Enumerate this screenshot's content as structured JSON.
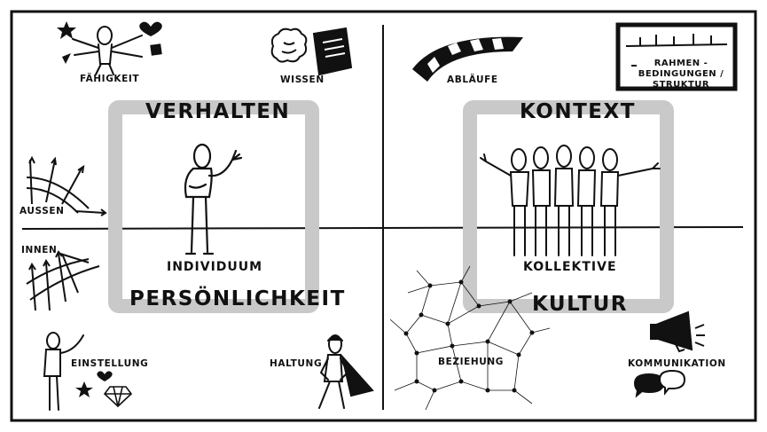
{
  "quadrants": {
    "top_left": {
      "title": "VERHALTEN",
      "items": {
        "faehigkeit": "FÄHIGKEIT",
        "wissen": "WISSEN"
      }
    },
    "top_right": {
      "title": "KONTEXT",
      "items": {
        "ablaeufe": "ABLÄUFE",
        "rahmen_line1": "RAHMEN -",
        "rahmen_line2": "BEDINGUNGEN /",
        "rahmen_line3": "STRUKTUR"
      }
    },
    "bottom_left": {
      "title": "PERSÖNLICHKEIT",
      "items": {
        "einstellung": "EINSTELLUNG",
        "haltung": "HALTUNG"
      }
    },
    "bottom_right": {
      "title": "KULTUR",
      "items": {
        "beziehung": "BEZIEHUNG",
        "kommunikation": "KOMMUNIKATION"
      }
    }
  },
  "axis": {
    "outer": "AUSSEN",
    "inner": "INNEN",
    "individual": "INDIVIDUUM",
    "collective": "KOLLEKTIVE"
  },
  "colors": {
    "frame": "#c9c9c9",
    "ink": "#111111"
  },
  "icons": [
    "star-icon",
    "heart-icon",
    "flag-icon",
    "brain-icon",
    "book-icon",
    "ribbon-icon",
    "sign-icon",
    "person-icon",
    "group-icon",
    "megaphone-icon",
    "speech-bubbles-icon",
    "network-icon",
    "diamond-icon",
    "arrows-icon",
    "cape-hero-icon"
  ]
}
